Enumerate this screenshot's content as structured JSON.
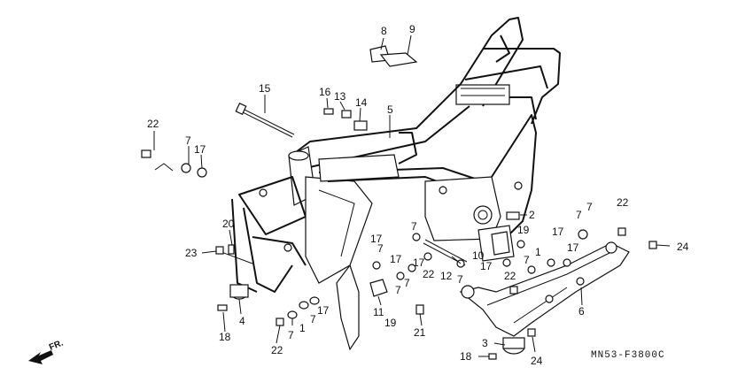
{
  "diagram_code": "MN53-F3800C",
  "direction_label": "FR.",
  "callouts": {
    "c1a": "1",
    "c1b": "1",
    "c2": "2",
    "c3": "3",
    "c4": "4",
    "c5": "5",
    "c6": "6",
    "c7a": "7",
    "c7b": "7",
    "c7c": "7",
    "c7d": "7",
    "c7e": "7",
    "c7f": "7",
    "c7g": "7",
    "c7h": "7",
    "c7i": "7",
    "c7j": "7",
    "c7k": "7",
    "c8": "8",
    "c9": "9",
    "c10": "10",
    "c11": "11",
    "c12": "12",
    "c13": "13",
    "c14": "14",
    "c15": "15",
    "c16": "16",
    "c17a": "17",
    "c17b": "17",
    "c17c": "17",
    "c17d": "17",
    "c17e": "17",
    "c17f": "17",
    "c17g": "17",
    "c17h": "17",
    "c18a": "18",
    "c18b": "18",
    "c19a": "19",
    "c19b": "19",
    "c20": "20",
    "c21": "21",
    "c22a": "22",
    "c22b": "22",
    "c22c": "22",
    "c22d": "22",
    "c22e": "22",
    "c23": "23",
    "c24a": "24",
    "c24b": "24"
  }
}
